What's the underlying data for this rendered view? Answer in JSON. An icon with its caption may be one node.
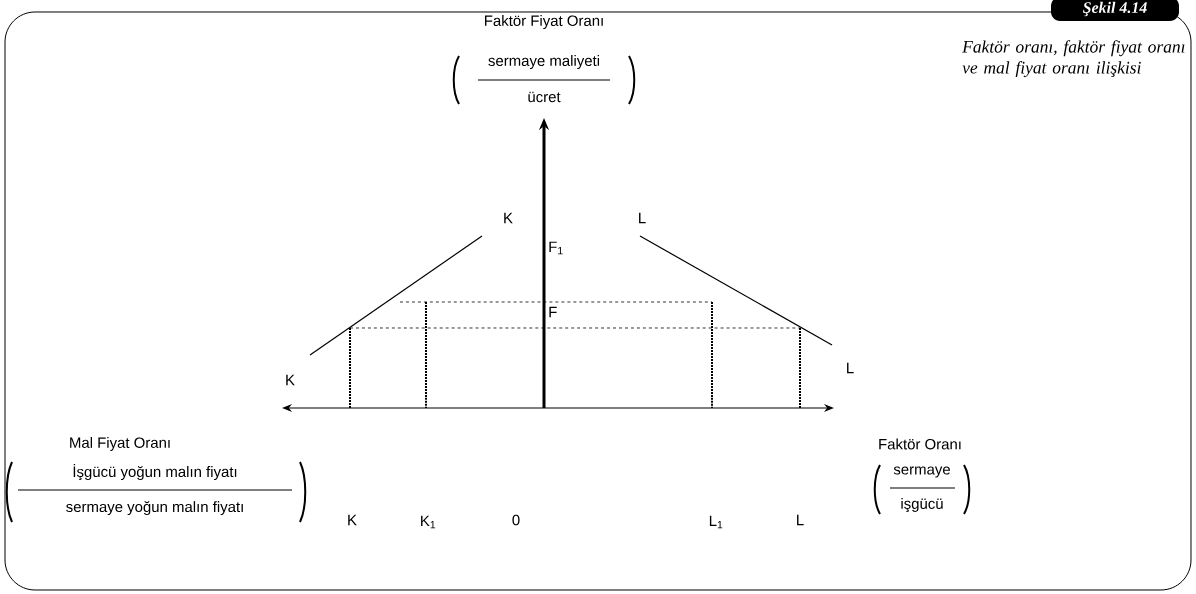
{
  "diagram": {
    "title": "Şekil 4.14",
    "caption": "Faktör oranı, faktör fiyat oranı ve mal fiyat oranı ilişkisi",
    "labels": [
      "Faktör Fiyat Oranı",
      "sermaye maliyeti",
      "ücret",
      "K",
      "L",
      "F$_{1}$",
      "F",
      "K",
      "L",
      "Mal Fiyat Oranı",
      "Faktör Oranı",
      "İşgücü yoğun malın fiyatı",
      "sermaye",
      "sermaye yoğun malın fiyatı",
      "işgücü",
      "K",
      "K$_{1}$",
      "0",
      "L$_{1}$",
      "L"
    ]
  }
}
